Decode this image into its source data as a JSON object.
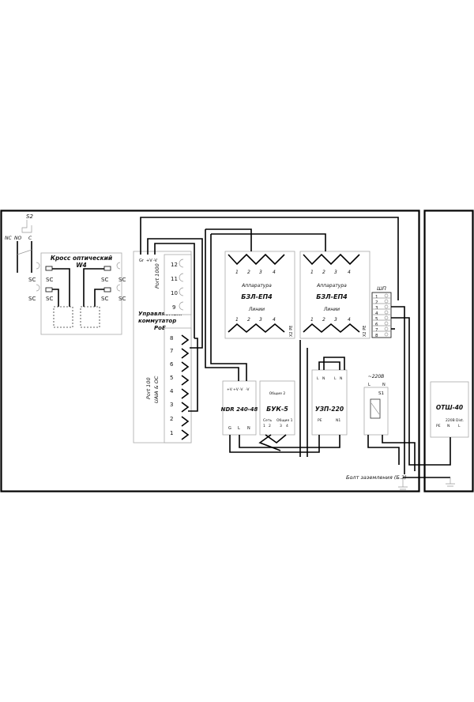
{
  "switch": {
    "label": "S2",
    "nc": "NC",
    "no": "NO",
    "c": "C"
  },
  "cross": {
    "title_line1": "Кросс оптический",
    "title_line2": "W4",
    "port_label": "SC"
  },
  "poe": {
    "title_line1": "Управляемый",
    "title_line2": "коммутатор",
    "title_line3": "PoE",
    "port1000_label": "Port 1000",
    "port100_label": "Port 100",
    "port100_sublabel": "UAIA & OC",
    "sfp_ports": [
      "12",
      "11",
      "10",
      "9"
    ],
    "rj_ports": [
      "8",
      "7",
      "6",
      "5",
      "4",
      "3",
      "2",
      "1"
    ],
    "top_terminals": [
      "Gr",
      "+V",
      "-V"
    ]
  },
  "bzl1": {
    "name": "БЗЛ-ЕП4",
    "apparatus": "Аппаратура",
    "lines": "Линии",
    "numbers": [
      "1",
      "2",
      "3",
      "4"
    ]
  },
  "bzl2": {
    "name": "БЗЛ-ЕП4",
    "apparatus": "Аппаратура",
    "lines": "Линии",
    "numbers": [
      "1",
      "2",
      "3",
      "4"
    ]
  },
  "bzl_side_label": "X2 PE",
  "ndr": {
    "name": "NDR 240-48",
    "top": [
      "+V",
      "+V",
      "-V",
      "-V"
    ],
    "bottom": [
      "G",
      "L",
      "N"
    ]
  },
  "buk": {
    "name": "БУК-5",
    "top": [
      "Общие 2"
    ],
    "bottom": [
      "Сеть",
      "Общие 1"
    ],
    "bottom_nums": [
      "1",
      "2",
      "3",
      "4"
    ]
  },
  "uzp": {
    "name": "УЗП-220",
    "top": [
      "L",
      "N",
      "L",
      "N"
    ],
    "bottom": [
      "PE",
      "N1"
    ]
  },
  "breaker": {
    "voltage": "~220В",
    "l": "L",
    "n": "N",
    "label": "S1"
  },
  "terminal_block": {
    "label": "ШП",
    "rows": [
      "1",
      "2",
      "3",
      "4",
      "5",
      "6",
      "7",
      "8"
    ]
  },
  "otsh": {
    "name": "ОТШ-40",
    "terminals": [
      "PE",
      "N",
      "L"
    ],
    "sub": "220В",
    "sub2": "Dist."
  },
  "ground_label": "Болт заземления (Б.З)"
}
